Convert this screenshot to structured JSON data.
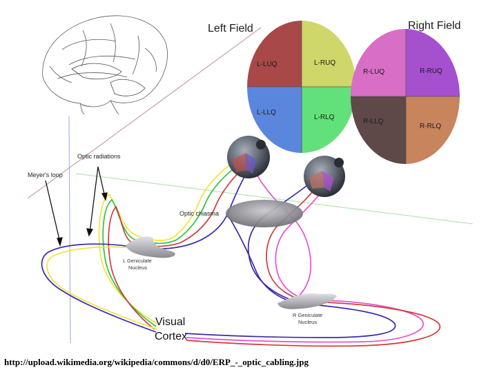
{
  "fields": {
    "left_title": "Left Field",
    "right_title": "Right Field",
    "left_quadrants": {
      "luq": "L-LUQ",
      "ruq": "L-RUQ",
      "llq": "L-LLQ",
      "rlq": "L-RLQ"
    },
    "right_quadrants": {
      "luq": "R-LUQ",
      "ruq": "R-RUQ",
      "llq": "R-LLQ",
      "rlq": "R-RLQ"
    }
  },
  "labels": {
    "optic_radiations": "Optic radiations",
    "meyers_loop": "Meyer's loop",
    "optic_chiasma": "Optic chiasma",
    "l_geniculate_1": "L Geniculate",
    "l_geniculate_2": "Nucleus",
    "r_geniculate_1": "R Geniculate",
    "r_geniculate_2": "Nucleus",
    "visual_1": "Visual",
    "visual_2": "Cortex"
  },
  "caption": "http://upload.wikimedia.org/wikipedia/commons/d/d0/ERP_-_optic_cabling.jpg",
  "colors": {
    "l_luq": "#a84848",
    "l_ruq": "#cfd66a",
    "l_llq": "#5b86de",
    "l_rlq": "#62e07a",
    "r_luq": "#d96ec6",
    "r_ruq": "#a450cf",
    "r_llq": "#5e4848",
    "r_rlq": "#c8845c",
    "yellow": "#f2e33a",
    "green": "#2ec43a",
    "red": "#d23a3a",
    "purple": "#3a2aa8",
    "pink": "#e54fd0"
  }
}
